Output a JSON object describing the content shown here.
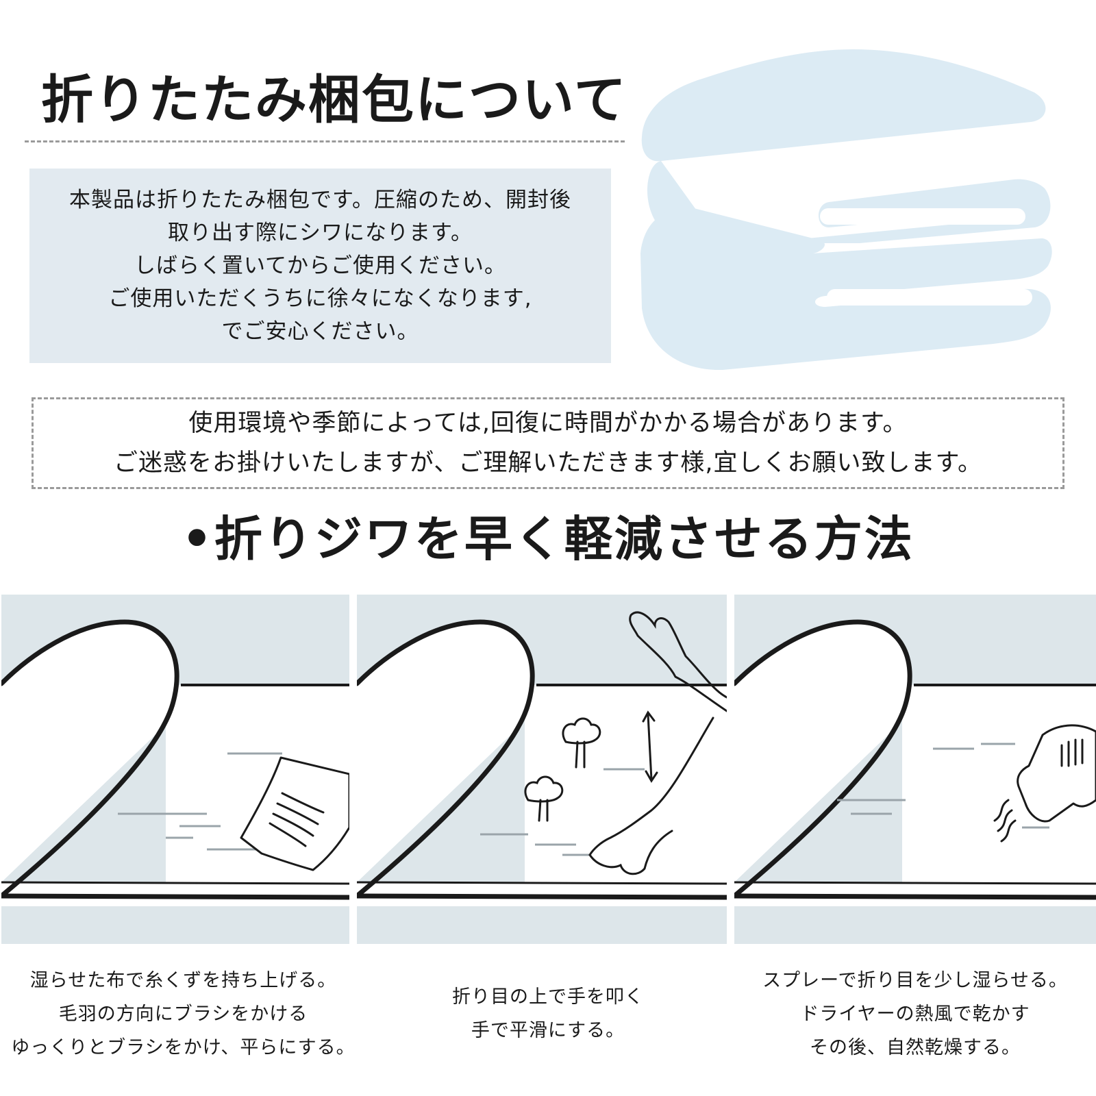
{
  "header": {
    "title": "折りたたみ梱包について"
  },
  "notice": {
    "lines": [
      "本製品は折りたたみ梱包です。圧縮のため、開封後",
      "取り出す際にシワになります。",
      "しばらく置いてからご使用ください。",
      "ご使用いただくうちに徐々になくなります,",
      "でご安心ください。"
    ]
  },
  "warning": {
    "lines": [
      "使用環境や季節によっては,回復に時間がかかる場合があります。",
      "ご迷惑をお掛けいたしますが、ご理解いただきます様,宜しくお願い致します。"
    ]
  },
  "section": {
    "heading": "•折りジワを早く軽減させる方法"
  },
  "methods": [
    {
      "icon": "cloth-wipe-icon",
      "lines": [
        "湿らせた布で糸くずを持ち上げる。",
        "毛羽の方向にブラシをかける",
        "ゆっくりとブラシをかけ、平らにする。"
      ]
    },
    {
      "icon": "hand-pat-icon",
      "lines": [
        "折り目の上で手を叩く",
        "手で平滑にする。"
      ]
    },
    {
      "icon": "hair-dryer-icon",
      "lines": [
        "スプレーで折り目を少し湿らせる。",
        "ドライヤーの熱風で乾かす",
        "その後、自然乾燥する。"
      ]
    }
  ],
  "colors": {
    "panel_background": "#dde6ea",
    "notice_background": "#e2eaf0",
    "towel_icon": "#dcebf4",
    "line_art": "#1a1a1a"
  }
}
